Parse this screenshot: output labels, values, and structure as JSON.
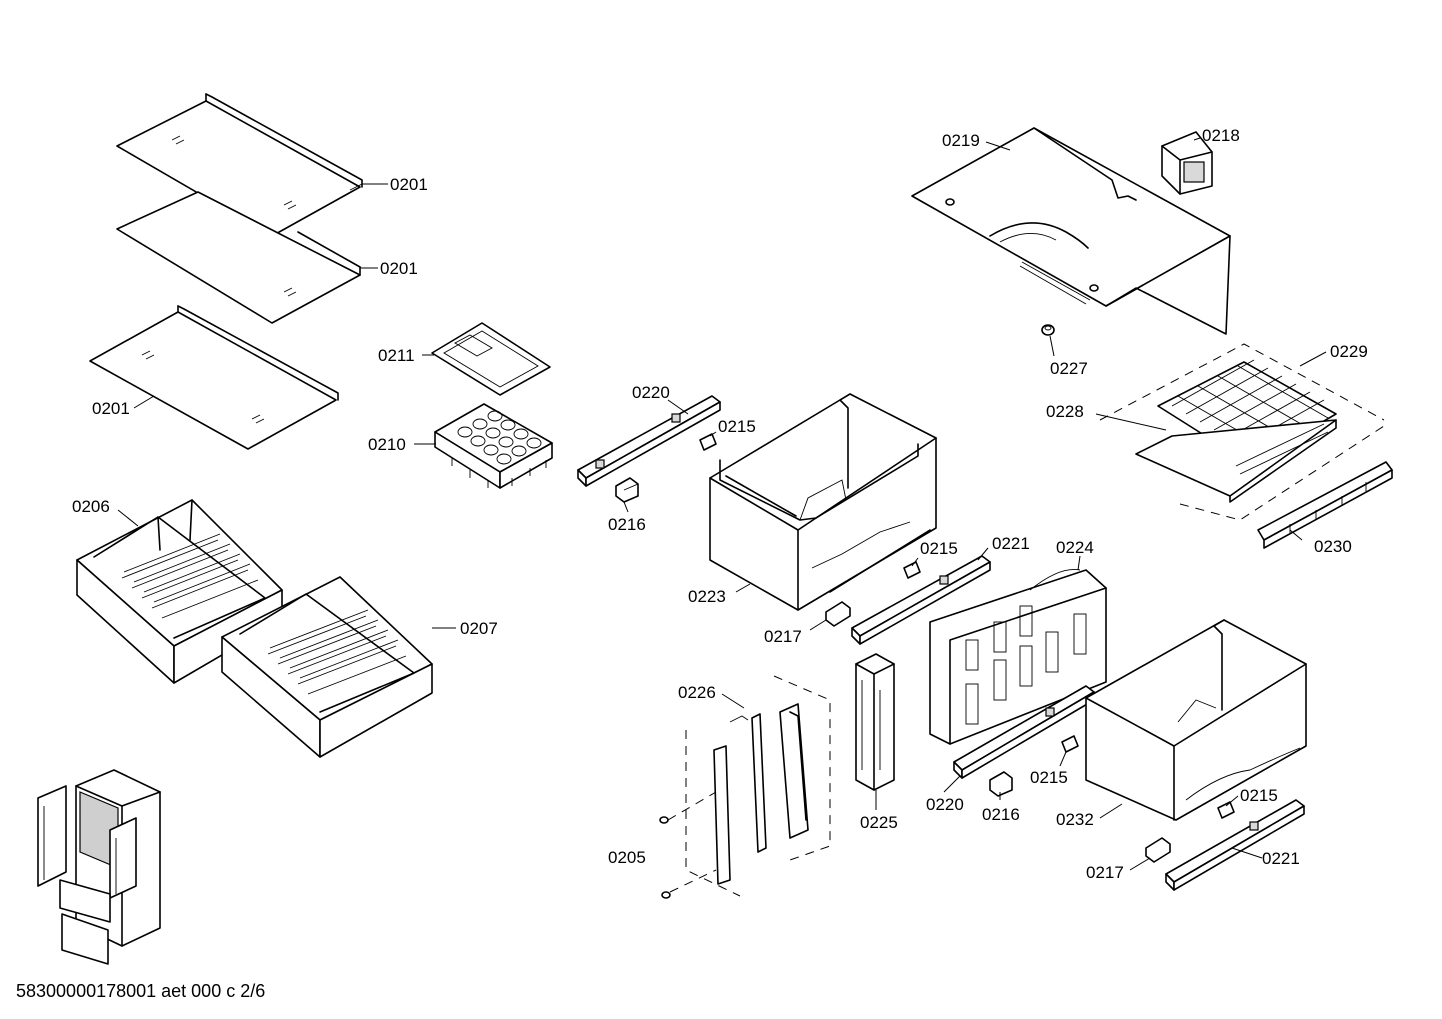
{
  "footer_text": "58300000178001 aet 000 c 2/6",
  "parts": {
    "p0201a": "0201",
    "p0201b": "0201",
    "p0201c": "0201",
    "p0205": "0205",
    "p0206": "0206",
    "p0207": "0207",
    "p0210": "0210",
    "p0211": "0211",
    "p0215a": "0215",
    "p0215b": "0215",
    "p0215c": "0215",
    "p0215d": "0215",
    "p0216a": "0216",
    "p0216b": "0216",
    "p0217a": "0217",
    "p0217b": "0217",
    "p0218": "0218",
    "p0219": "0219",
    "p0220a": "0220",
    "p0220b": "0220",
    "p0221a": "0221",
    "p0221b": "0221",
    "p0223": "0223",
    "p0224": "0224",
    "p0225": "0225",
    "p0226": "0226",
    "p0227": "0227",
    "p0228": "0228",
    "p0229": "0229",
    "p0230": "0230",
    "p0232": "0232"
  }
}
